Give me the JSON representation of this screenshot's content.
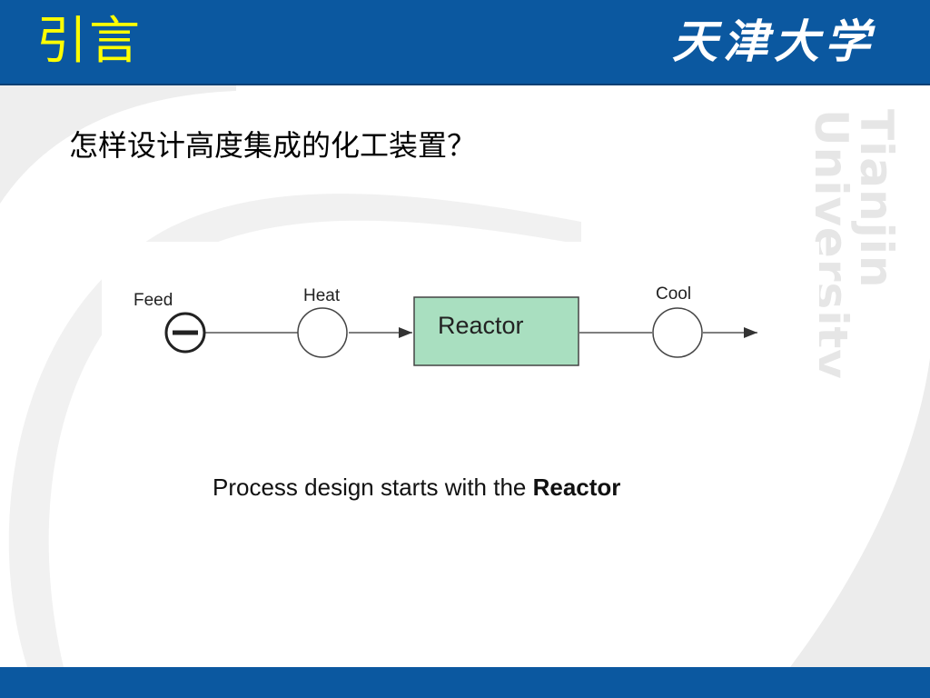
{
  "header": {
    "title": "引言",
    "logo_text": "天津大学"
  },
  "watermark": "Tianjin University",
  "question": "怎样设计高度集成的化工装置？",
  "diagram": {
    "nodes": {
      "feed": "Feed",
      "heat": "Heat",
      "reactor": "Reactor",
      "cool": "Cool"
    },
    "colors": {
      "reactor_fill": "#a9dfc0",
      "header_blue": "#0b58a0",
      "title_yellow": "#ffff00"
    }
  },
  "caption": {
    "prefix": "Process design starts with the ",
    "emphasis": "Reactor"
  }
}
